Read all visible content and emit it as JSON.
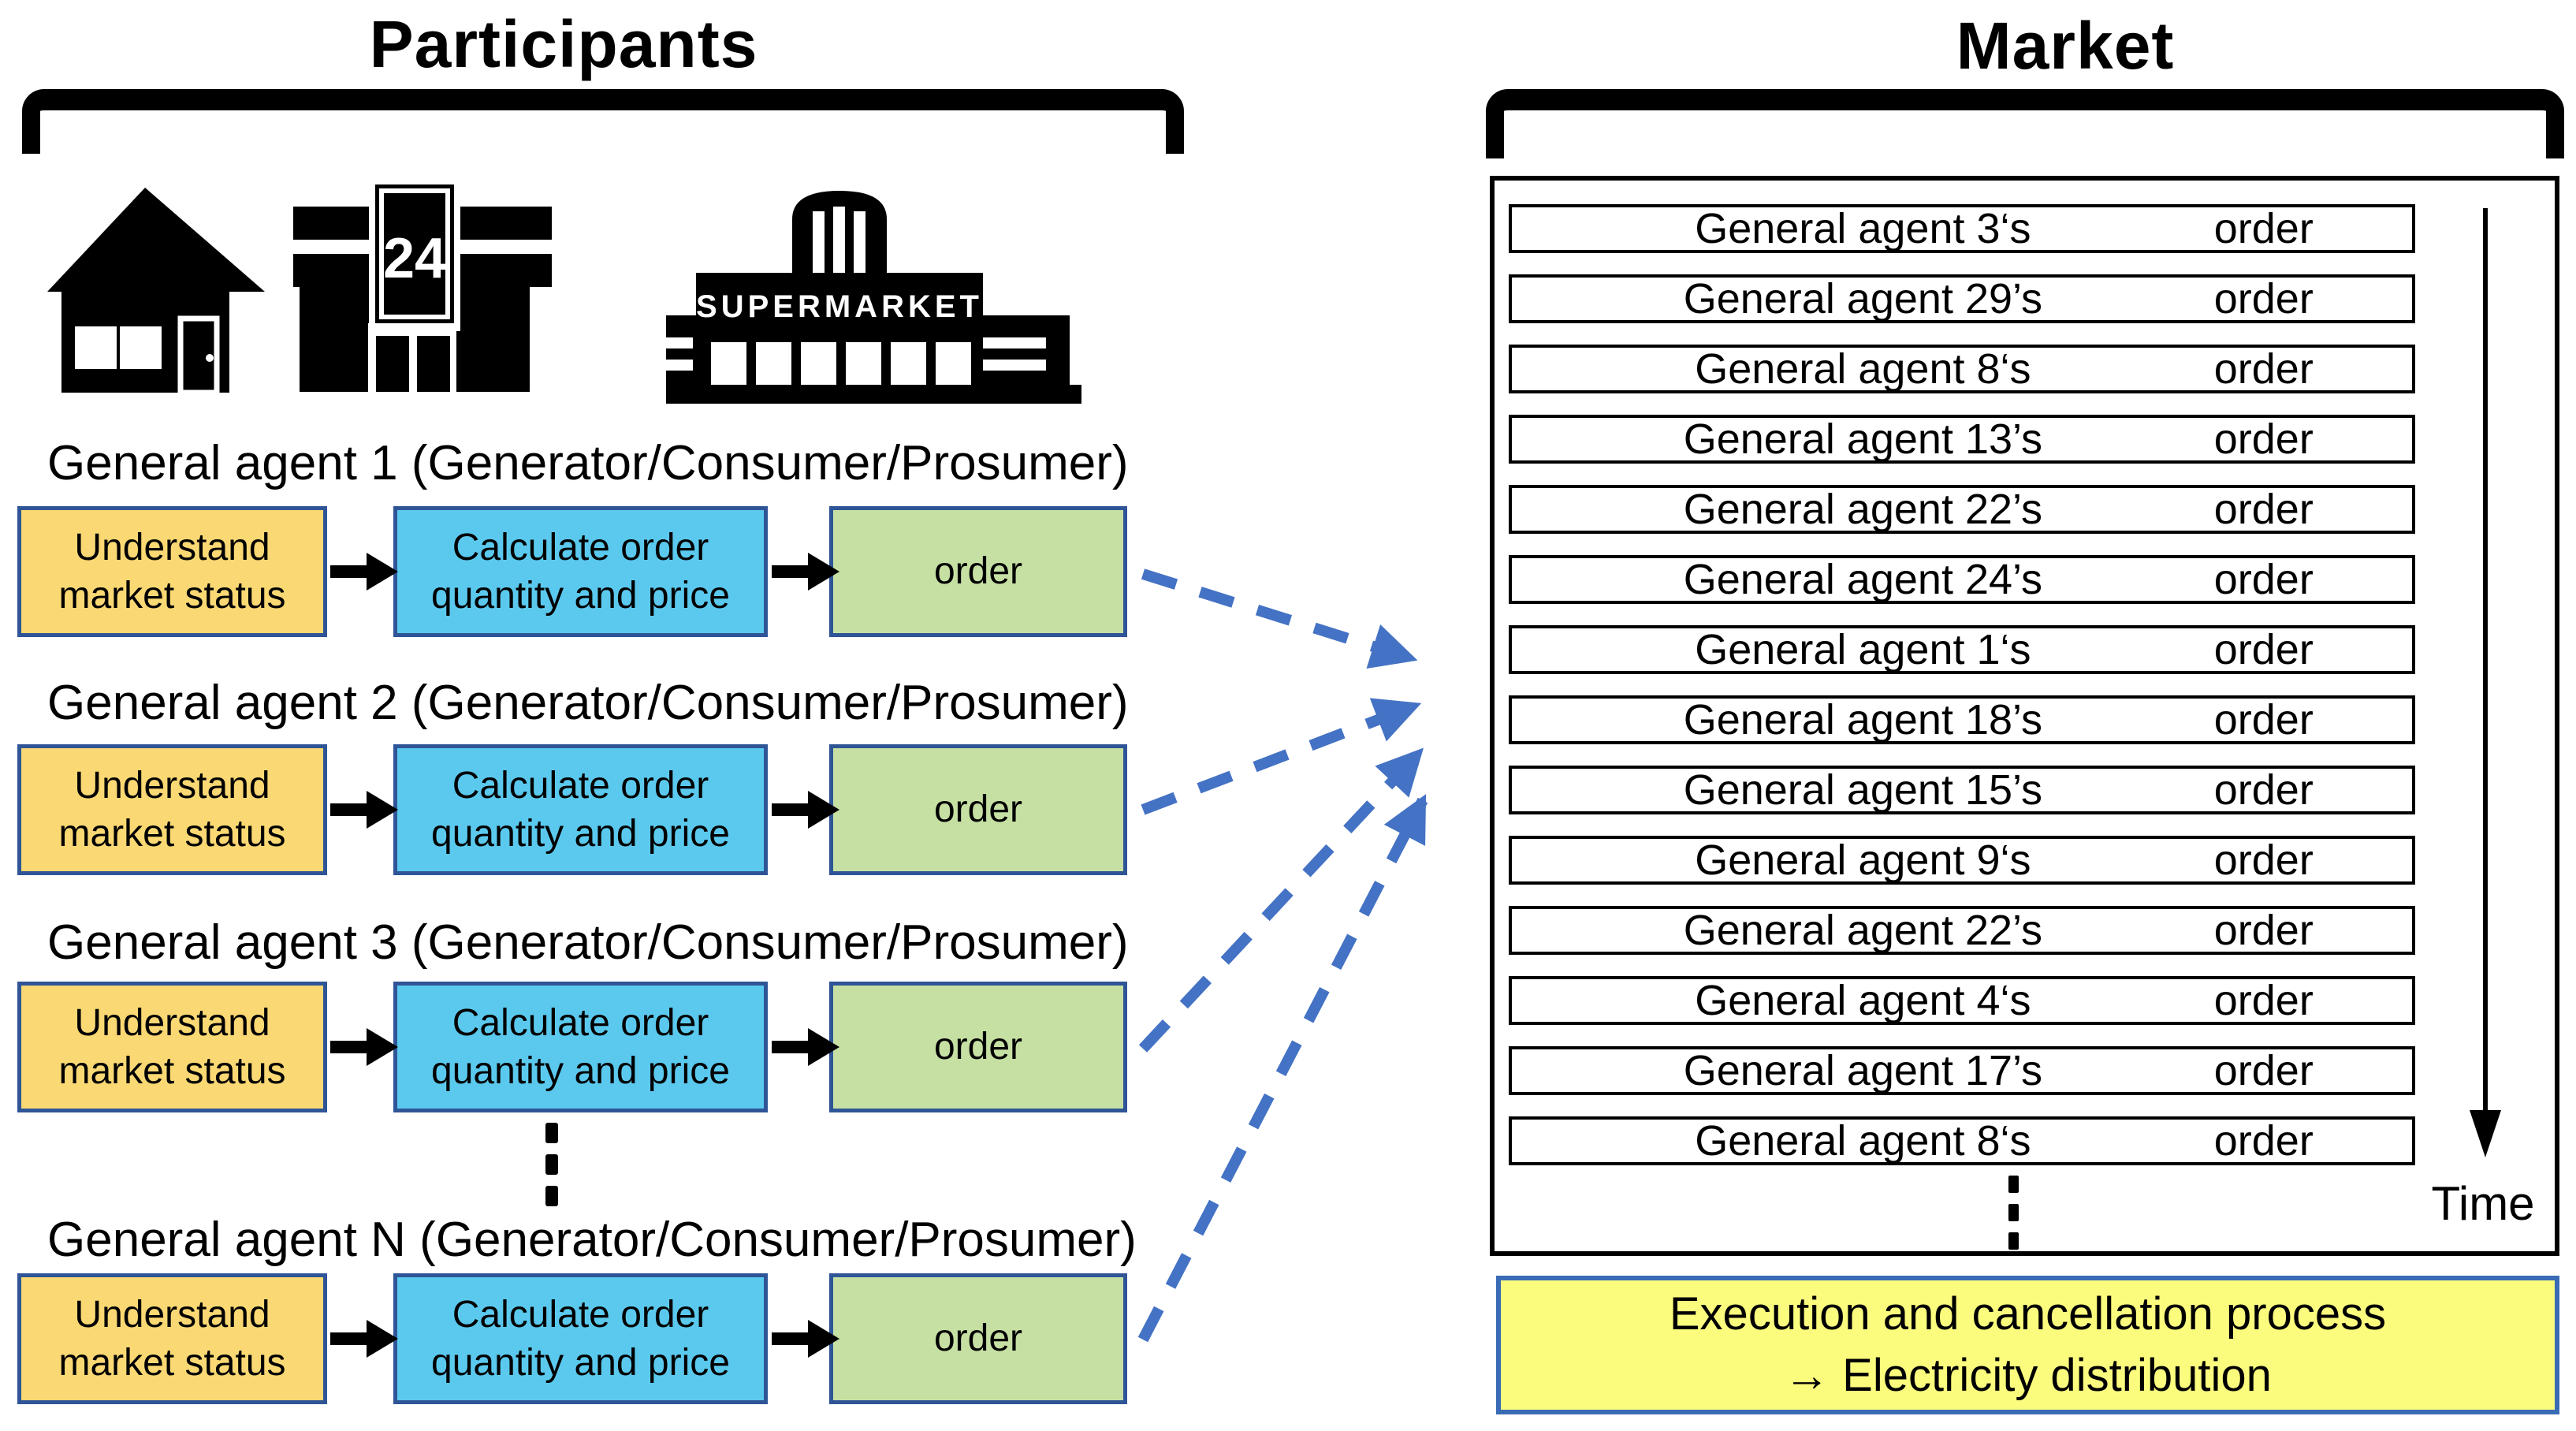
{
  "participants": {
    "title": "Participants",
    "icons": [
      {
        "name": "house-icon"
      },
      {
        "name": "convenience-store-icon",
        "sign": "24"
      },
      {
        "name": "supermarket-icon",
        "sign": "SUPERMARKET"
      }
    ],
    "agents": [
      {
        "label": "General agent 1 (Generator/Consumer/Prosumer)"
      },
      {
        "label": "General agent 2 (Generator/Consumer/Prosumer)"
      },
      {
        "label": "General agent 3 (Generator/Consumer/Prosumer)"
      },
      {
        "label": "General agent N (Generator/Consumer/Prosumer)"
      }
    ],
    "step_boxes": [
      {
        "type": "yellow",
        "lines": [
          "Understand",
          "market status"
        ]
      },
      {
        "type": "blue",
        "lines": [
          "Calculate order",
          "quantity and price"
        ]
      },
      {
        "type": "green",
        "lines": [
          "order"
        ]
      }
    ]
  },
  "market": {
    "title": "Market",
    "orders": [
      {
        "agent": "General agent 3‘s",
        "order": "order"
      },
      {
        "agent": "General agent 29’s",
        "order": "order"
      },
      {
        "agent": "General agent 8‘s",
        "order": "order"
      },
      {
        "agent": "General agent 13’s",
        "order": "order"
      },
      {
        "agent": "General agent 22’s",
        "order": "order"
      },
      {
        "agent": "General agent 24’s",
        "order": "order"
      },
      {
        "agent": "General agent 1‘s",
        "order": "order"
      },
      {
        "agent": "General agent 18’s",
        "order": "order"
      },
      {
        "agent": "General agent 15’s",
        "order": "order"
      },
      {
        "agent": "General agent 9‘s",
        "order": "order"
      },
      {
        "agent": "General agent 22’s",
        "order": "order"
      },
      {
        "agent": "General agent 4‘s",
        "order": "order"
      },
      {
        "agent": "General agent 17’s",
        "order": "order"
      },
      {
        "agent": "General agent 8‘s",
        "order": "order"
      }
    ],
    "time_label": "Time",
    "execution_lines": [
      "Execution and cancellation process",
      "→ Electricity distribution"
    ]
  },
  "colors": {
    "box_border": "#2F5597",
    "yellow_step": "#FAD873",
    "blue_step": "#5BC9EE",
    "green_step": "#C6E0A3",
    "dashed_arrow": "#4472C4",
    "execution_bg": "#FBFB7E",
    "execution_border": "#3A6BB5",
    "black": "#000000"
  }
}
